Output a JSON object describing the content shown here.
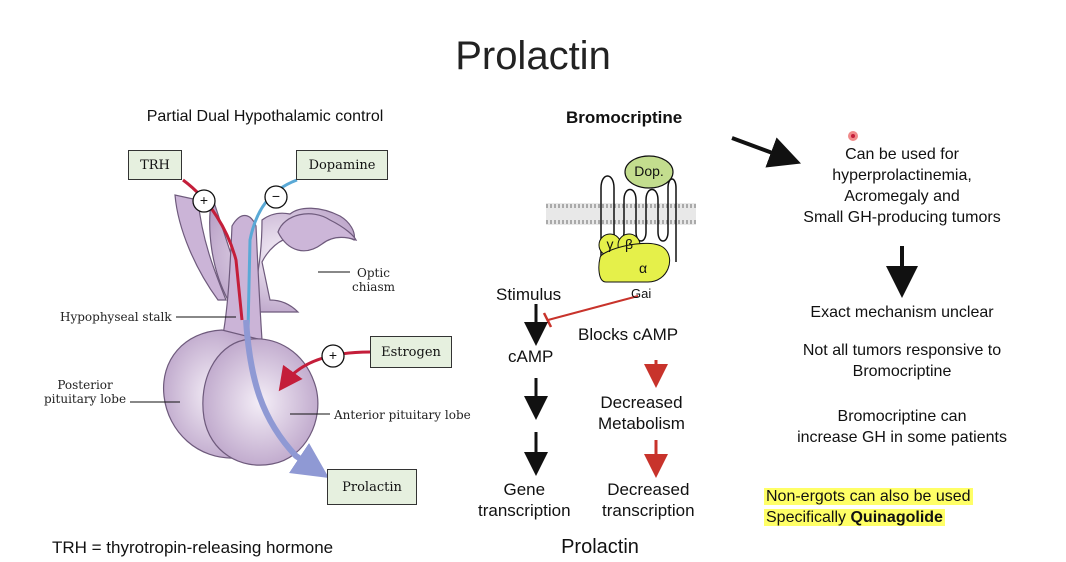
{
  "title": "Prolactin",
  "left": {
    "subtitle": "Partial Dual Hypothalamic control",
    "boxes": {
      "trh": "TRH",
      "dopamine": "Dopamine",
      "estrogen": "Estrogen",
      "prolactin": "Prolactin"
    },
    "labels": {
      "optic_chiasm": "Optic\nchiasm",
      "hypophyseal_stalk": "Hypophyseal stalk",
      "posterior_lobe": "Posterior\npituitary lobe",
      "anterior_lobe": "Anterior pituitary lobe"
    },
    "signs": {
      "plus": "+",
      "minus": "−"
    },
    "footnote": "TRH = thyrotropin-releasing hormone"
  },
  "middle": {
    "drug": "Bromocriptine",
    "receptor": {
      "ligand": "Dop.",
      "gamma": "γ",
      "beta": "β",
      "alpha": "α",
      "gai": "Gai"
    },
    "stimulus": "Stimulus",
    "blocks": "Blocks cAMP",
    "camp": "cAMP",
    "decreased_metabolism": "Decreased\nMetabolism",
    "gene_transcription": "Gene\ntranscription",
    "decreased_transcription": "Decreased\ntranscription",
    "bottom_label": "Prolactin"
  },
  "right": {
    "uses": "Can be used for\nhyperprolactinemia,\nAcromegaly and\nSmall GH-producing tumors",
    "mechanism": "Exact mechanism unclear",
    "responsive": "Not all tumors responsive to\nBromocriptine",
    "gh": "Bromocriptine can\nincrease GH in some patients",
    "nonergot_line1": "Non-ergots can also be used",
    "nonergot_line2_prefix": "Specifically ",
    "nonergot_line2_bold": "Quinagolide"
  },
  "colors": {
    "gland": "#cdb6d6",
    "red_arrow": "#c41e3a",
    "blue_line": "#5aa9d6",
    "flow_arrow": "#8f99d4",
    "dop_ellipse": "#c3dd8e",
    "g_protein": "#e5f04a",
    "highlight": "#ffff66",
    "mech_red": "#c8332b"
  }
}
